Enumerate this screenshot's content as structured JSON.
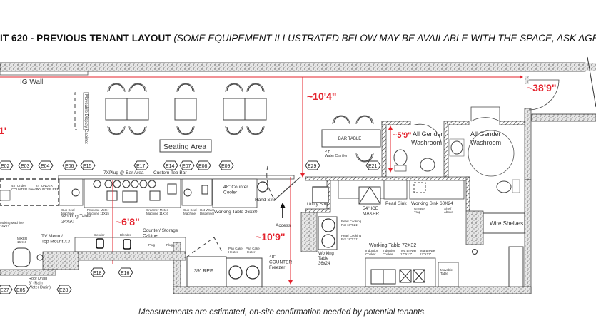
{
  "title": {
    "bold": "IT 620 - PREVIOUS TENANT LAYOUT",
    "italic_prefix": " (",
    "italic": "SOME EQUIPEMENT ILLUSTRATED BELOW MAY BE AVAILABLE WITH THE SPACE, ASK AGEN"
  },
  "footer": "Measurements are estimated, on-site confirmation needed by potential tenants.",
  "colors": {
    "dimension": "#e4242e",
    "line": "#333333",
    "wall_fill": "#d8d8d8"
  },
  "dimensions": {
    "height_seating": "~10'4\"",
    "total_length": "~38'9\"",
    "left_partial": "1'",
    "washroom_depth": "~5'9\"",
    "bar_gap": "~6'8\"",
    "kitchen_depth": "~10'9\""
  },
  "rooms": {
    "ig_wall": "IG Wall",
    "display_cabinet": "Moveable Display Cabinet",
    "seating_area": "Seating Area",
    "bar_table": "BAR TABLE",
    "washroom_1_line1": "All Gender",
    "washroom_1_line2": "Washroom",
    "washroom_2_line1": "All Gender",
    "washroom_2_line2": "Washroom",
    "wire_shelves": "Wire Shelves",
    "access": "Access"
  },
  "tags": {
    "E02": "E02",
    "E03": "E03",
    "E04": "E04",
    "E06": "E06",
    "E15": "E15",
    "E17": "E17",
    "E14": "E14",
    "E07": "E07",
    "E08": "E08",
    "E09": "E09",
    "E29": "E29",
    "E21": "E21",
    "E18": "E18",
    "E16": "E16",
    "E27": "E27",
    "E05": "E05",
    "E28": "E28"
  },
  "equipment": {
    "plug_bar": "7XPlug @ Bar Area",
    "tea_bar": "Custom Tea Bar",
    "under_freezer": "48\" Under COUNTER Freezer",
    "under_ref": "24\" UNDER COUNTER REF",
    "cup_seal_1": "Cup Seal Machine",
    "fructose_1": "Fructose Meter Machine 11X15",
    "creamer": "Creamer Meter Machine 11X16",
    "cup_seal_2": "Cup Seal Machine",
    "hot_water": "Hot Water Dispenser",
    "counter_cooler": "48\" Counter Cooler",
    "working_table_36": "Working Table 36x30",
    "hand_sink": "Hand Sink",
    "working_table_24": "Working Table 24x30",
    "making": "Making Machine 16X12",
    "mixer": "MIXER 16X16",
    "tv_menu": "TV Menu / Top Mount X3",
    "blender_1": "Blender",
    "blender_2": "Blender",
    "counter_storage": "Counter/ Storage Cabinet",
    "plug_1": "Plug",
    "plug_2": "Plug",
    "roof_drain": "Roof Drain 6\" (Rain Water Drain)",
    "ref_39": "39\" REF",
    "pancake_1": "Pan Cake Heater",
    "pancake_2": "Pan Cake Heater",
    "counter_freezer": "48\" COUNTER Freezer",
    "water_clarifier": "P H Water Clarifier",
    "utility_sink": "Utility Sink",
    "ice_maker": "54\" ICE MAKER",
    "pearl_sink": "Pearl Sink",
    "working_sink": "Working Sink 60X24",
    "grease_trap": "Grease Trap",
    "shelf_above": "Shelf Above",
    "pearl_pot_1": "Pearl Cooking Pot 18\"X21\"",
    "pearl_pot_2": "Pearl Cooking Pot 18\"X21\"",
    "working_table_36x24": "Working Table 36x24",
    "working_table_72": "Working Table 72X32",
    "induction_1": "Induction Cooker",
    "induction_2": "Induction Cooker",
    "tea_brewer_1": "Tea Brewer 17\"X13\"",
    "tea_brewer_2": "Tea Brewer 17\"X13\"",
    "movable_table": "Movable Table"
  }
}
